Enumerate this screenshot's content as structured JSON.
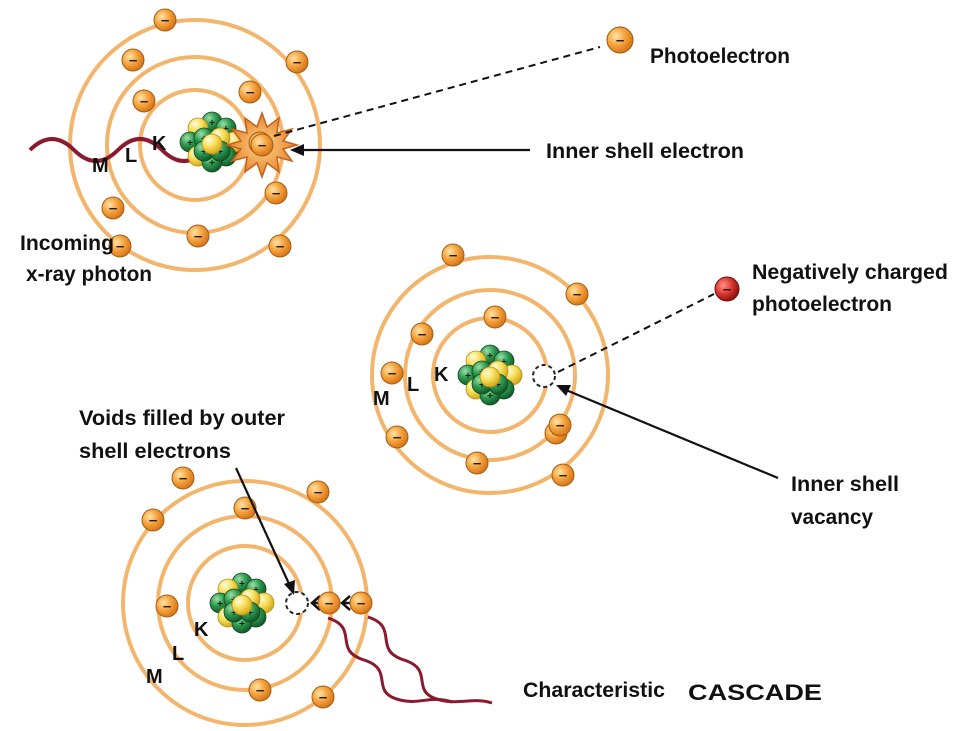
{
  "labels": {
    "photoelectron": "Photoelectron",
    "inner_shell_electron": "Inner shell electron",
    "incoming_line1": "Incoming",
    "incoming_line2": "x-ray photon",
    "neg_line1": "Negatively charged",
    "neg_line2": "photoelectron",
    "vacancy_line1": "Inner shell",
    "vacancy_line2": "vacancy",
    "voids_line1": "Voids filled by outer",
    "voids_line2": "shell electrons",
    "characteristic": "Characteristic",
    "cascade": "CASCADE"
  },
  "shells": {
    "k": "K",
    "l": "L",
    "m": "M"
  },
  "symbols": {
    "electron": "−",
    "proton": "+"
  },
  "colors": {
    "orbit": "#f2b56b",
    "electron": "#f29a2e",
    "electron_red": "#d8322b",
    "nucleus_green": "#2f8a4a",
    "nucleus_yellow": "#f5d84a",
    "photon_wave": "#8b1a2e",
    "burst": "#e8893a"
  },
  "icons": [
    "electron-icon",
    "photoelectron-icon",
    "nucleus-icon",
    "vacancy-icon",
    "photon-wave-icon",
    "burst-icon"
  ]
}
